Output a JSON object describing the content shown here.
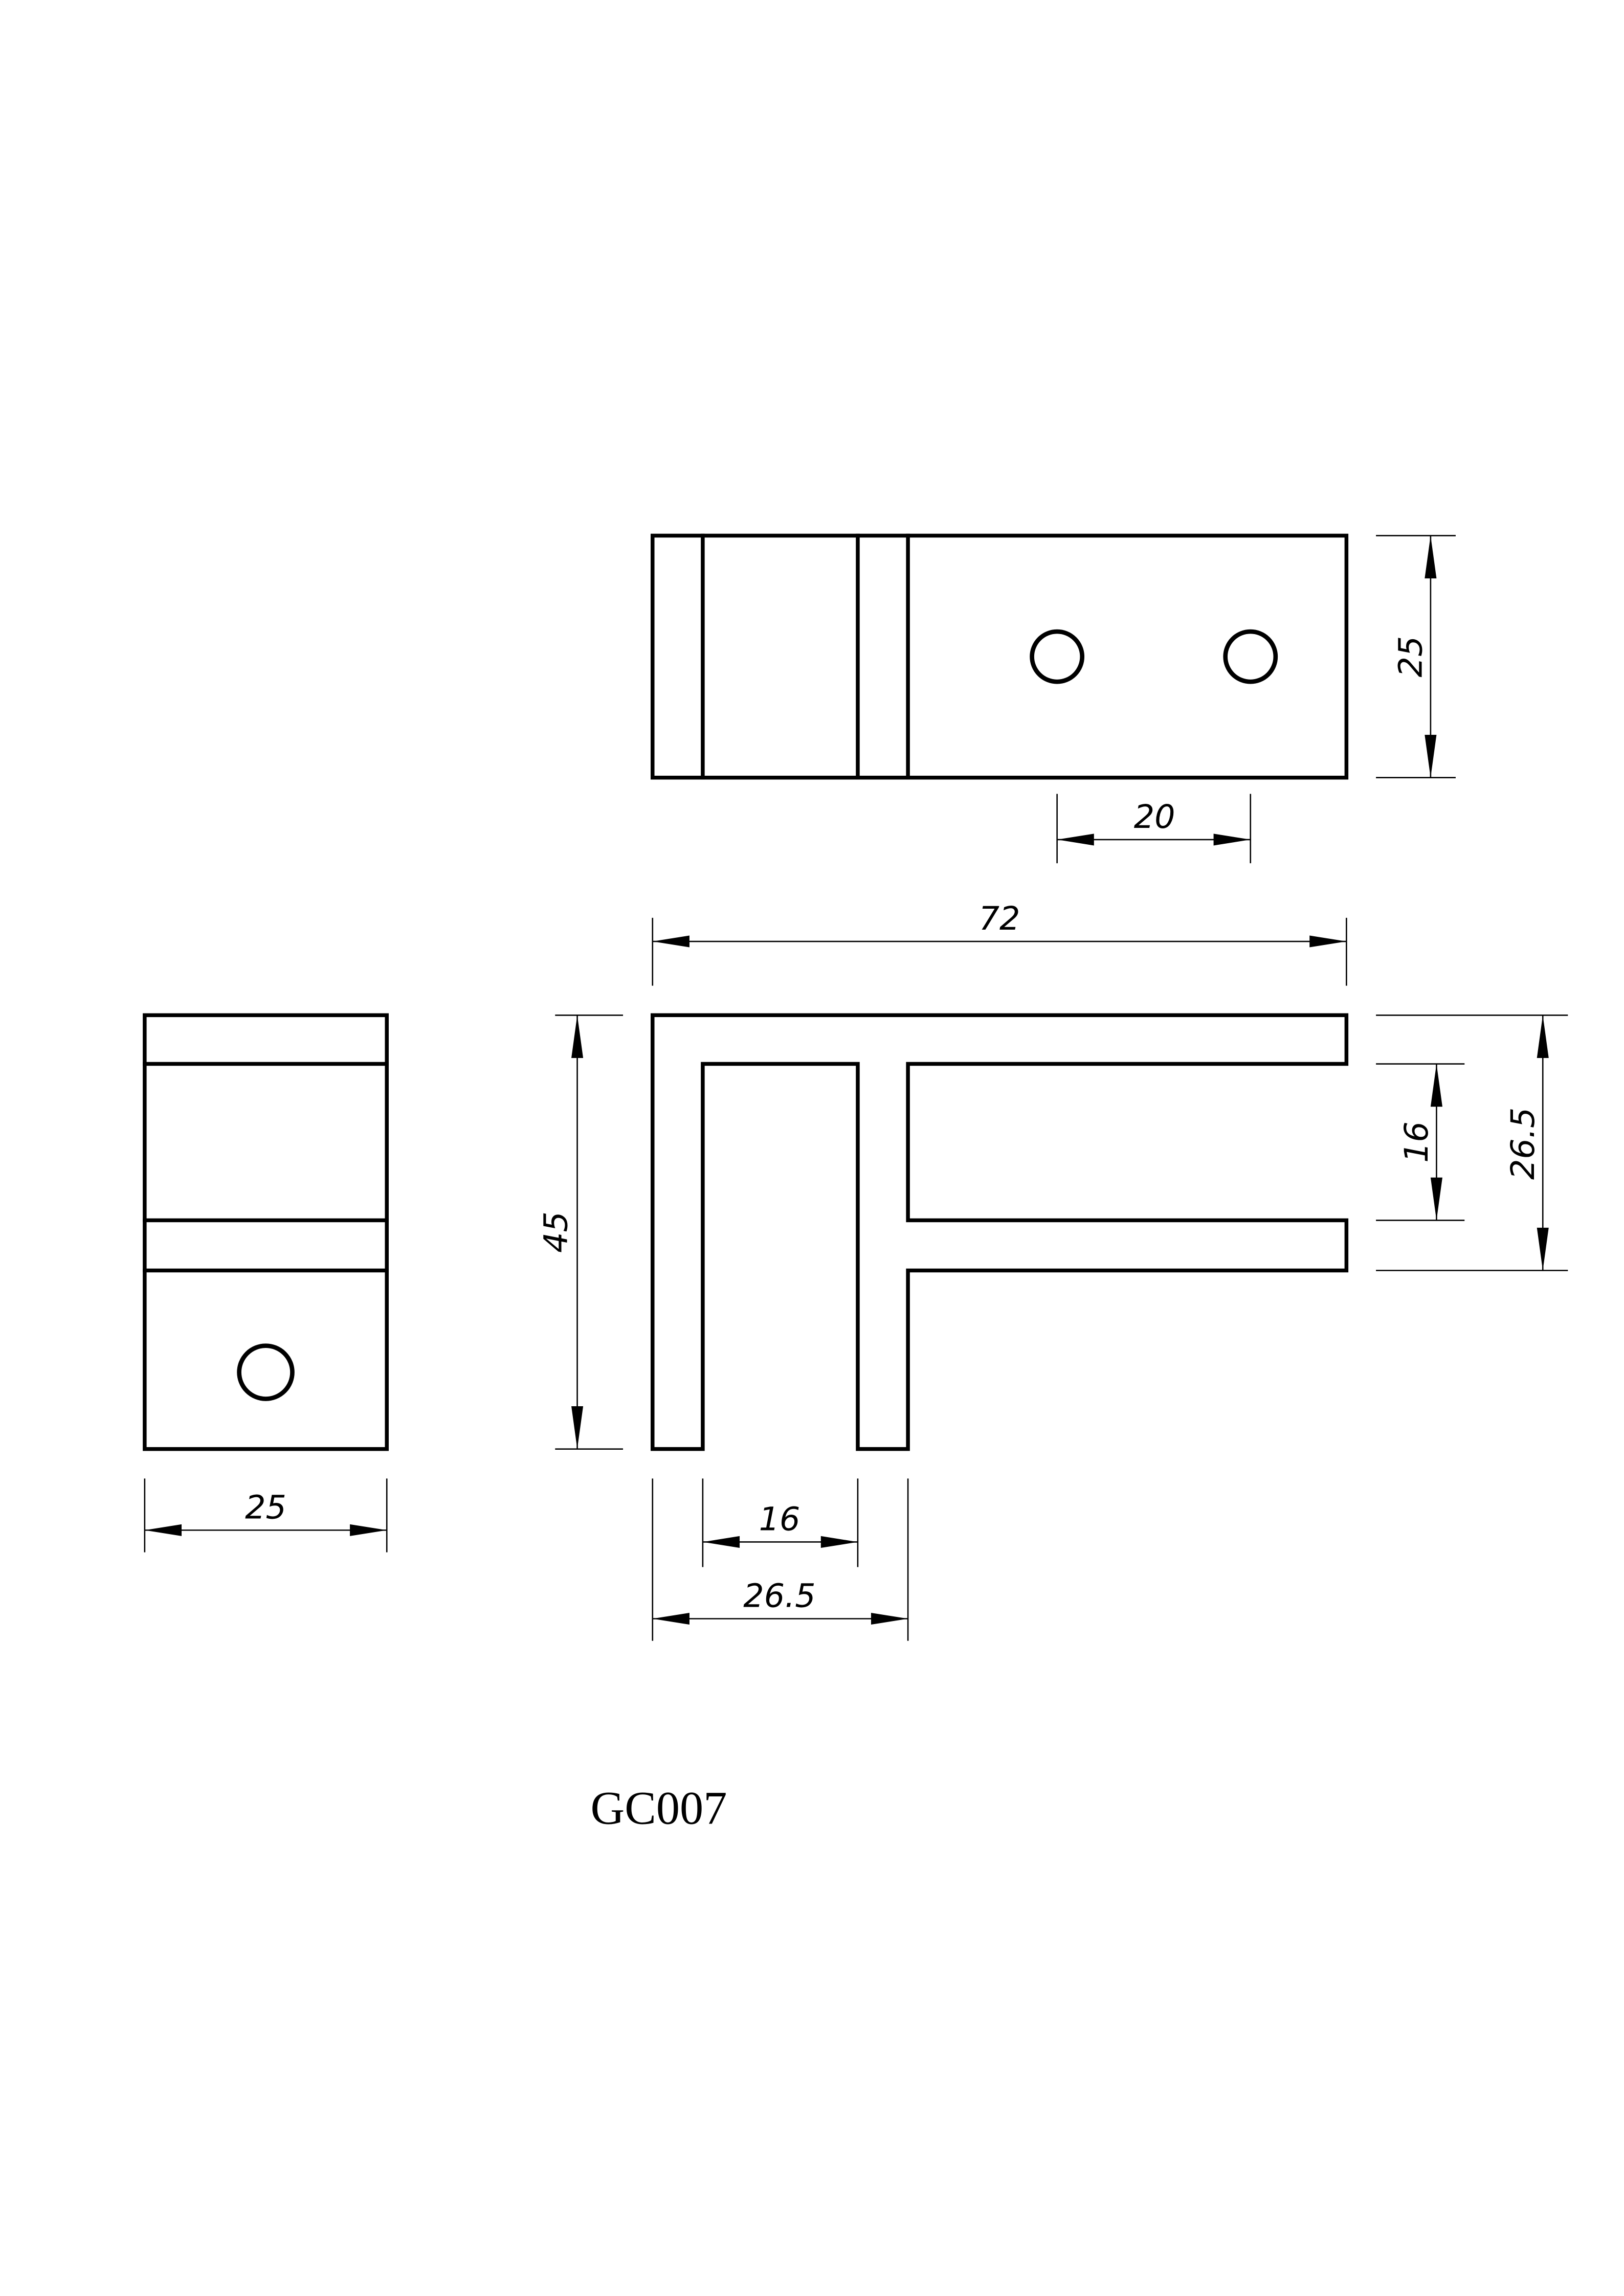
{
  "drawing": {
    "part_number": "GC007",
    "views": {
      "top_view": {
        "dimensions": {
          "height": "25",
          "hole_spacing": "20"
        }
      },
      "front_view": {
        "dimensions": {
          "overall_length": "72",
          "overall_height": "45",
          "slot_width_bottom": "16",
          "leg_span_bottom": "26.5",
          "slot_width_right": "16",
          "arm_span_right": "26.5"
        }
      },
      "side_view": {
        "dimensions": {
          "width": "25"
        }
      }
    },
    "colors": {
      "line": "#000000",
      "background": "#ffffff"
    }
  }
}
